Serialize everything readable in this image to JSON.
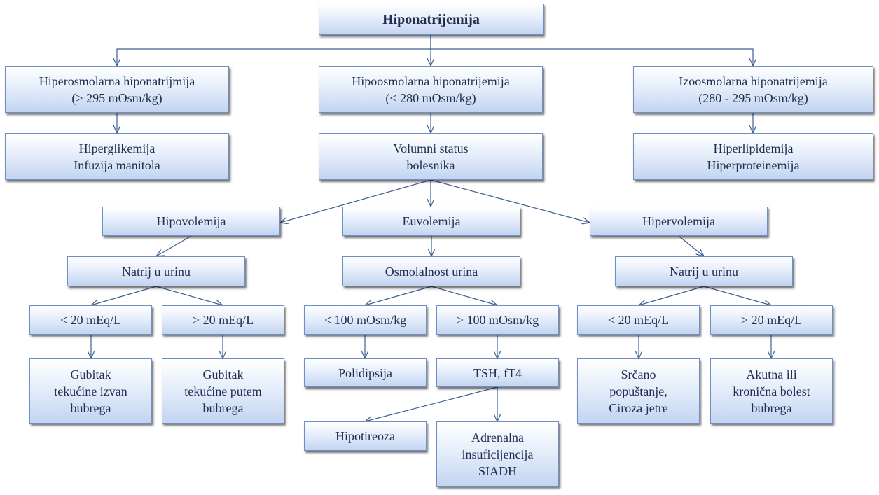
{
  "diagram": {
    "nodes": {
      "root": {
        "lines": [
          "Hiponatrijemija"
        ]
      },
      "hyper": {
        "lines": [
          "Hiperosmolarna hiponatrijmija",
          "(> 295 mOsm/kg)"
        ]
      },
      "hypo": {
        "lines": [
          "Hipoosmolarna hiponatrijemija",
          "(< 280 mOsm/kg)"
        ]
      },
      "iso": {
        "lines": [
          "Izoosmolarna hiponatrijemija",
          "(280 - 295 mOsm/kg)"
        ]
      },
      "hyperC": {
        "lines": [
          "Hiperglikemija",
          "Infuzija manitola"
        ]
      },
      "vol": {
        "lines": [
          "Volumni status",
          "bolesnika"
        ]
      },
      "isoC": {
        "lines": [
          "Hiperlipidemija",
          "Hiperproteinemija"
        ]
      },
      "hypov": {
        "lines": [
          "Hipovolemija"
        ]
      },
      "euv": {
        "lines": [
          "Euvolemija"
        ]
      },
      "hyperv": {
        "lines": [
          "Hipervolemija"
        ]
      },
      "naL": {
        "lines": [
          "Natrij u urinu"
        ]
      },
      "osm": {
        "lines": [
          "Osmolalnost urina"
        ]
      },
      "naR": {
        "lines": [
          "Natrij u urinu"
        ]
      },
      "l20": {
        "lines": [
          "< 20 mEq/L"
        ]
      },
      "g20": {
        "lines": [
          ">  20 mEq/L"
        ]
      },
      "l100": {
        "lines": [
          "< 100 mOsm/kg"
        ]
      },
      "g100": {
        "lines": [
          "> 100 mOsm/kg"
        ]
      },
      "r20": {
        "lines": [
          "< 20 mEq/L"
        ]
      },
      "rg20": {
        "lines": [
          "> 20 mEq/L"
        ]
      },
      "gub1": {
        "lines": [
          "Gubitak",
          "tekućine izvan",
          "bubrega"
        ]
      },
      "gub2": {
        "lines": [
          "Gubitak",
          "tekućine putem",
          "bubrega"
        ]
      },
      "poli": {
        "lines": [
          "Polidipsija"
        ]
      },
      "tsh": {
        "lines": [
          "TSH, fT4"
        ]
      },
      "srce": {
        "lines": [
          "Srčano",
          "popuštanje,",
          "Ciroza jetre"
        ]
      },
      "akut": {
        "lines": [
          "Akutna ili",
          "kronična bolest",
          "bubrega"
        ]
      },
      "hipot": {
        "lines": [
          "Hipotireoza"
        ]
      },
      "adren": {
        "lines": [
          "Adrenalna",
          "insuficijencija",
          "SIADH"
        ]
      }
    },
    "edges": [
      [
        "root",
        "hyper"
      ],
      [
        "root",
        "hypo"
      ],
      [
        "root",
        "iso"
      ],
      [
        "hyper",
        "hyperC"
      ],
      [
        "hypo",
        "vol"
      ],
      [
        "iso",
        "isoC"
      ],
      [
        "vol",
        "hypov"
      ],
      [
        "vol",
        "euv"
      ],
      [
        "vol",
        "hyperv"
      ],
      [
        "hypov",
        "naL"
      ],
      [
        "euv",
        "osm"
      ],
      [
        "hyperv",
        "naR"
      ],
      [
        "naL",
        "l20"
      ],
      [
        "naL",
        "g20"
      ],
      [
        "osm",
        "l100"
      ],
      [
        "osm",
        "g100"
      ],
      [
        "naR",
        "r20"
      ],
      [
        "naR",
        "rg20"
      ],
      [
        "l20",
        "gub1"
      ],
      [
        "g20",
        "gub2"
      ],
      [
        "l100",
        "poli"
      ],
      [
        "g100",
        "tsh"
      ],
      [
        "r20",
        "srce"
      ],
      [
        "rg20",
        "akut"
      ],
      [
        "tsh",
        "hipot"
      ],
      [
        "tsh",
        "adren"
      ]
    ],
    "colors": {
      "edge": "#3d5f95",
      "text": "#1f2d4e",
      "border": "#6f8fc4"
    }
  }
}
